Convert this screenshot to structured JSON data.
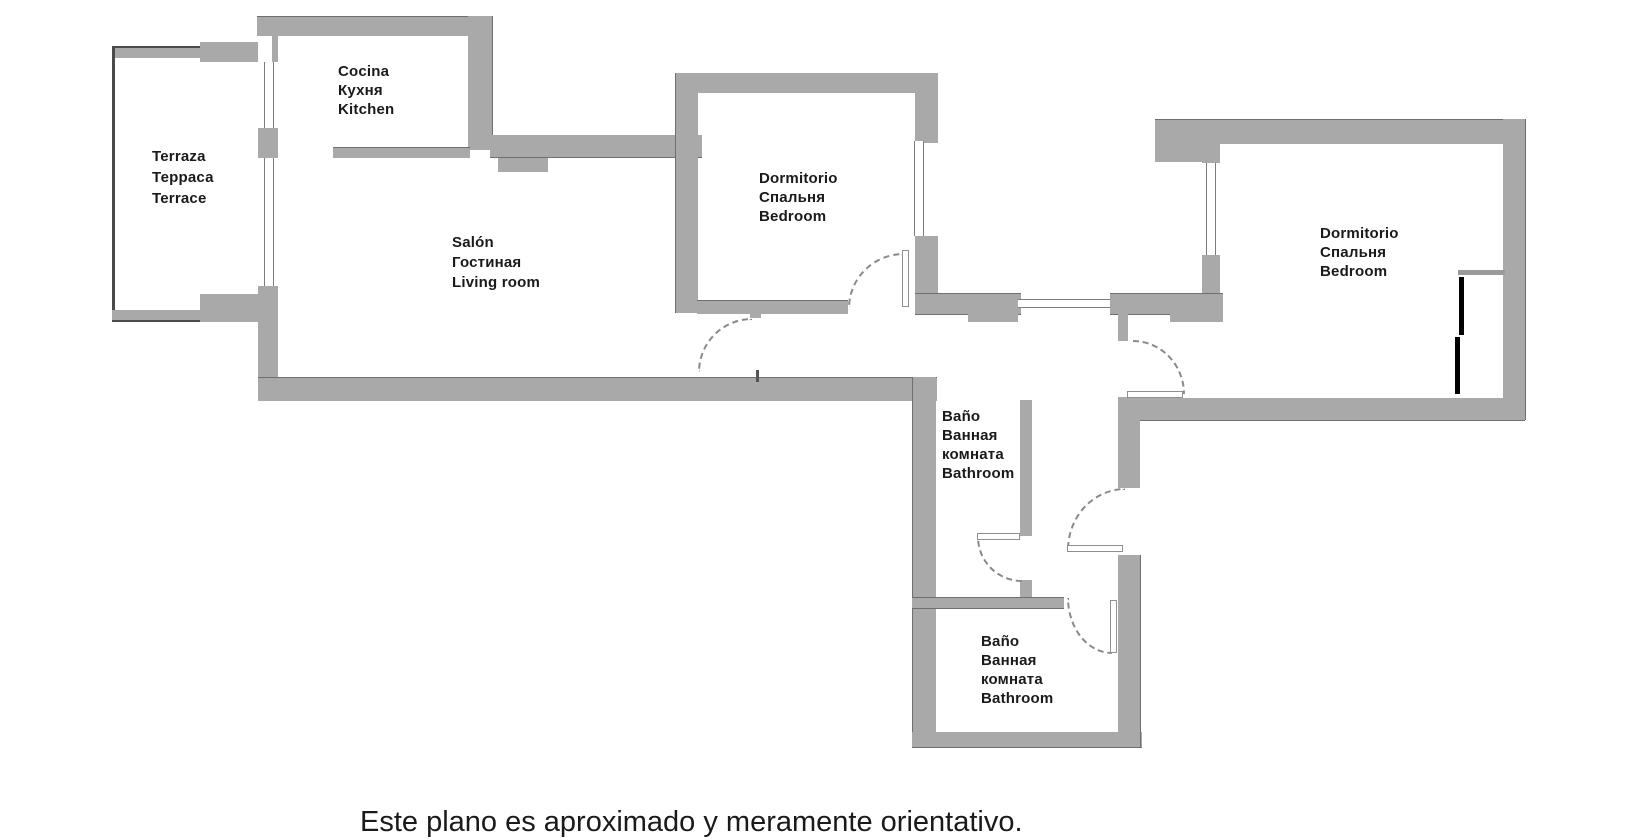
{
  "plan": {
    "rooms": {
      "terraza": {
        "lines": [
          "Terraza",
          "Терраса",
          "Terrace"
        ]
      },
      "cocina": {
        "lines": [
          "Cocina",
          "Кухня",
          "Kitchen"
        ]
      },
      "salon": {
        "lines": [
          "Salón",
          "Гостиная",
          "Living room"
        ]
      },
      "dormitorio_1": {
        "lines": [
          "Dormitorio",
          "Спальня",
          "Bedroom"
        ]
      },
      "dormitorio_2": {
        "lines": [
          "Dormitorio",
          "Спальня",
          "Bedroom"
        ]
      },
      "bano_1": {
        "lines": [
          "Baño",
          "Ванная",
          "комната",
          "Bathroom"
        ]
      },
      "bano_2": {
        "lines": [
          "Baño",
          "Ванная",
          "комната",
          "Bathroom"
        ]
      }
    },
    "disclaimer": "Este plano es aproximado y meramente orientativo.",
    "colors": {
      "background": "#ffffff",
      "wall": "#a9a9a9",
      "wall_edge": "#6f6f6f",
      "terrace_line": "#4a4a4a",
      "door_arc": "#8a8a8a",
      "wardrobe_line": "#000000",
      "label_text": "#1a1a1a"
    }
  }
}
